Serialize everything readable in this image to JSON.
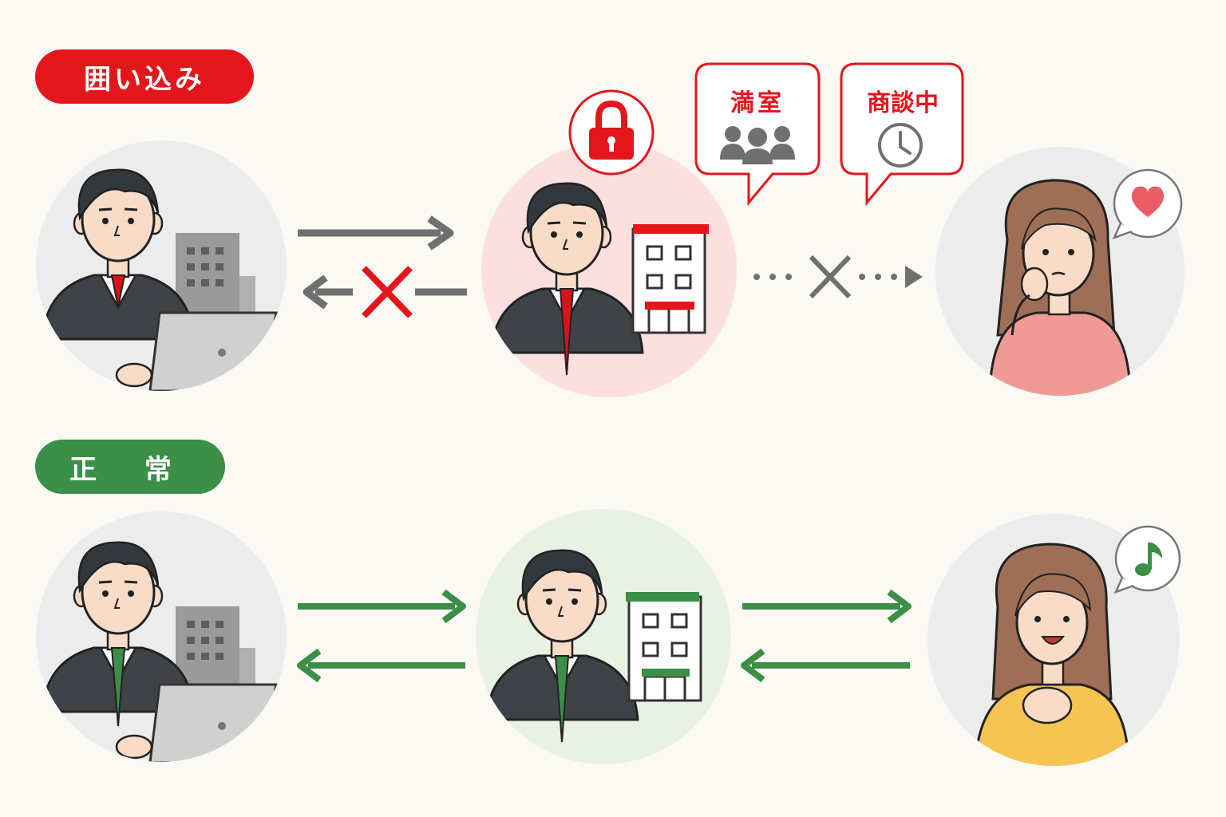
{
  "sections": {
    "top": {
      "label": "囲い込み"
    },
    "bottom": {
      "label": "正 常"
    }
  },
  "bubbles": {
    "full": {
      "label": "満室"
    },
    "negotiating": {
      "label": "商談中"
    }
  },
  "colors": {
    "red": "#e3161c",
    "green": "#3c8f46",
    "gray": "#707070",
    "bg": "#fbf9f4"
  },
  "icons": [
    "lock-icon",
    "people-icon",
    "clock-icon",
    "heart-icon",
    "music-note-icon",
    "building-icon",
    "laptop-icon"
  ]
}
